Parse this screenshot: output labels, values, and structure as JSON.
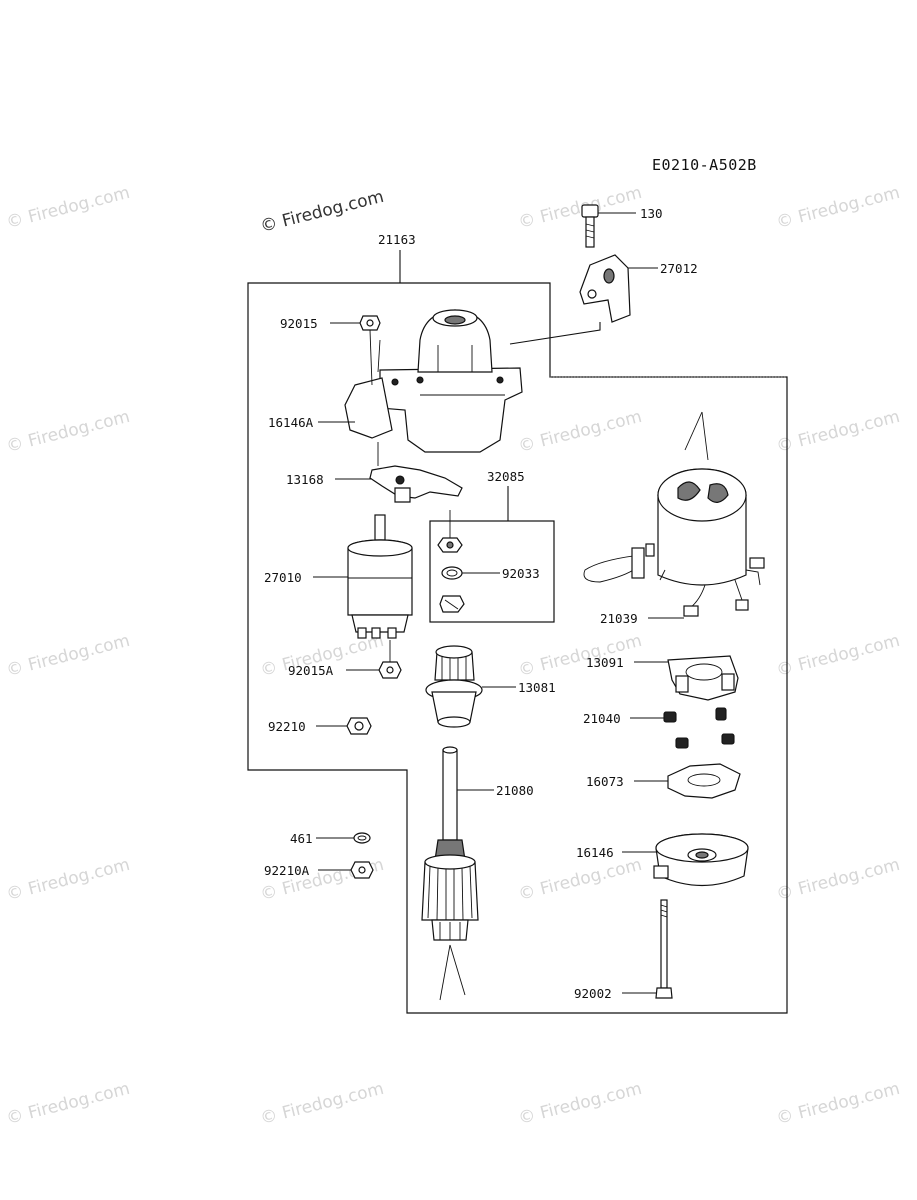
{
  "diagram_code": "E0210-A502B",
  "credit": "© Firedog.com",
  "watermark": "© Firedog.com",
  "parts": {
    "p130": "130",
    "p27012": "27012",
    "p21163": "21163",
    "p92015": "92015",
    "p16146A": "16146A",
    "p13168": "13168",
    "p32085": "32085",
    "p27010": "27010",
    "p92033": "92033",
    "p21039": "21039",
    "p13091": "13091",
    "p92015A": "92015A",
    "p13081": "13081",
    "p92210": "92210",
    "p21040": "21040",
    "p21080": "21080",
    "p16073": "16073",
    "p461": "461",
    "p16146": "16146",
    "p92210A": "92210A",
    "p92002": "92002"
  }
}
